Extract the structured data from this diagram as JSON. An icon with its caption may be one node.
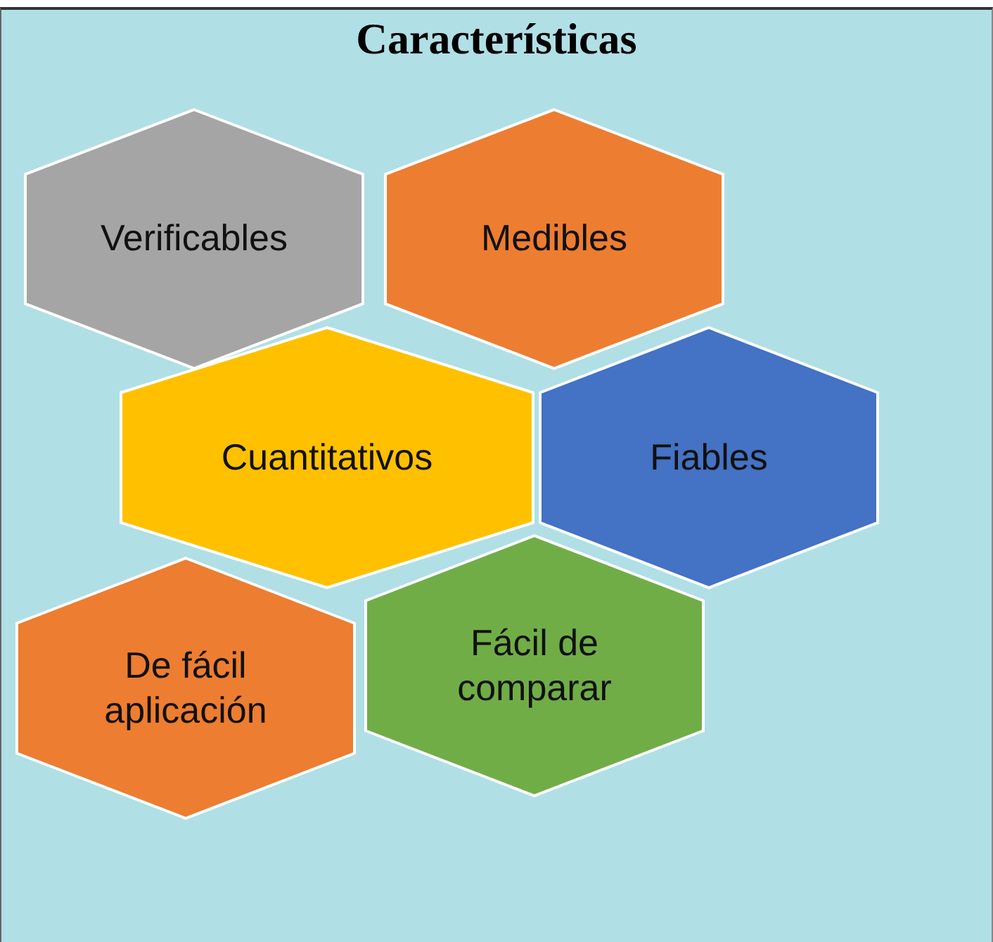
{
  "diagram": {
    "title": "Características",
    "nodes": [
      {
        "text": [
          "Verificables"
        ]
      },
      {
        "text": [
          "Medibles"
        ]
      },
      {
        "text": [
          "Cuantitativos"
        ]
      },
      {
        "text": [
          "Fiables"
        ]
      },
      {
        "text": [
          "De fácil aplicación"
        ]
      },
      {
        "text": [
          "Fácil de comparar"
        ]
      }
    ]
  }
}
